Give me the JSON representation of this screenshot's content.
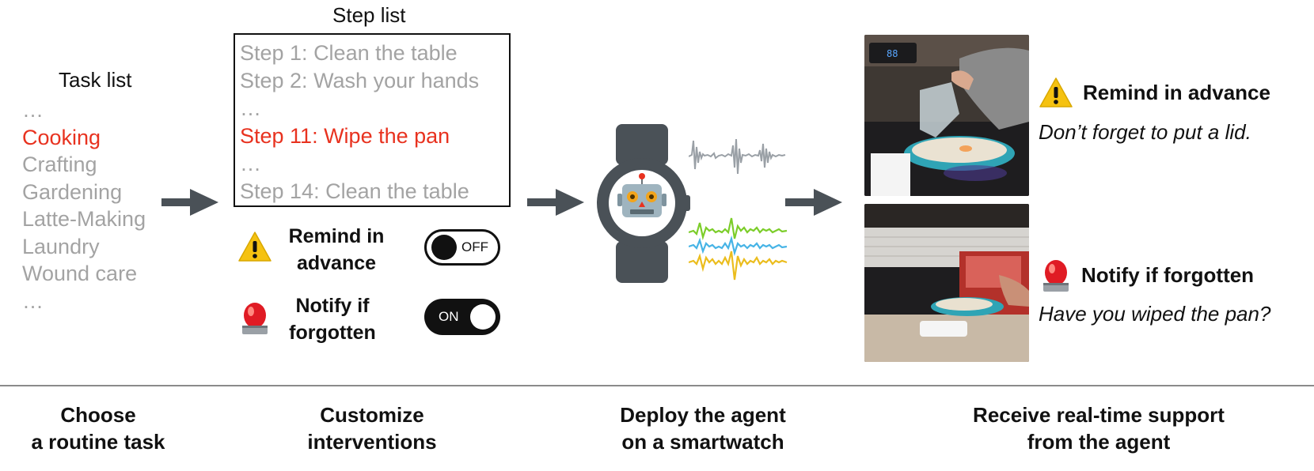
{
  "task_list": {
    "title": "Task list",
    "items": [
      "…",
      "Cooking",
      "Crafting",
      "Gardening",
      "Latte-Making",
      "Laundry",
      "Wound care",
      "…"
    ],
    "highlight_index": 1
  },
  "step_list": {
    "title": "Step list",
    "items": [
      "Step 1: Clean the table",
      "Step 2: Wash your hands",
      "…",
      "Step 11: Wipe the pan",
      "…",
      "Step 14: Clean the table"
    ],
    "highlight_index": 3
  },
  "options": {
    "remind": {
      "label_line1": "Remind in",
      "label_line2": "advance",
      "toggle_text": "OFF",
      "state": "off"
    },
    "notify": {
      "label_line1": "Notify if",
      "label_line2": "forgotten",
      "toggle_text": "ON",
      "state": "on"
    }
  },
  "support": {
    "remind": {
      "title": "Remind in advance",
      "message": "Don’t forget to put a lid."
    },
    "notify": {
      "title": "Notify if forgotten",
      "message": "Have you wiped the pan?"
    }
  },
  "captions": {
    "choose": {
      "line1": "Choose",
      "line2": "a routine task"
    },
    "customize": {
      "line1": "Customize",
      "line2": "interventions"
    },
    "deploy": {
      "line1": "Deploy the agent",
      "line2": "on a smartwatch"
    },
    "receive": {
      "line1": "Receive real-time support",
      "line2": "from the agent"
    }
  },
  "colors": {
    "highlight": "#e8321f",
    "muted": "#a3a3a3",
    "arrow": "#4a5157",
    "watch": "#4a5157",
    "warning": "#f5c211",
    "siren": "#e01b24",
    "signal_green": "#7ccd2a",
    "signal_blue": "#47b4e6",
    "signal_yellow": "#ebbd1d"
  },
  "icons": {
    "warning": "warning-icon",
    "siren": "siren-icon",
    "robot": "robot-icon",
    "watch": "smartwatch-icon",
    "arrow": "arrow-right-icon"
  }
}
